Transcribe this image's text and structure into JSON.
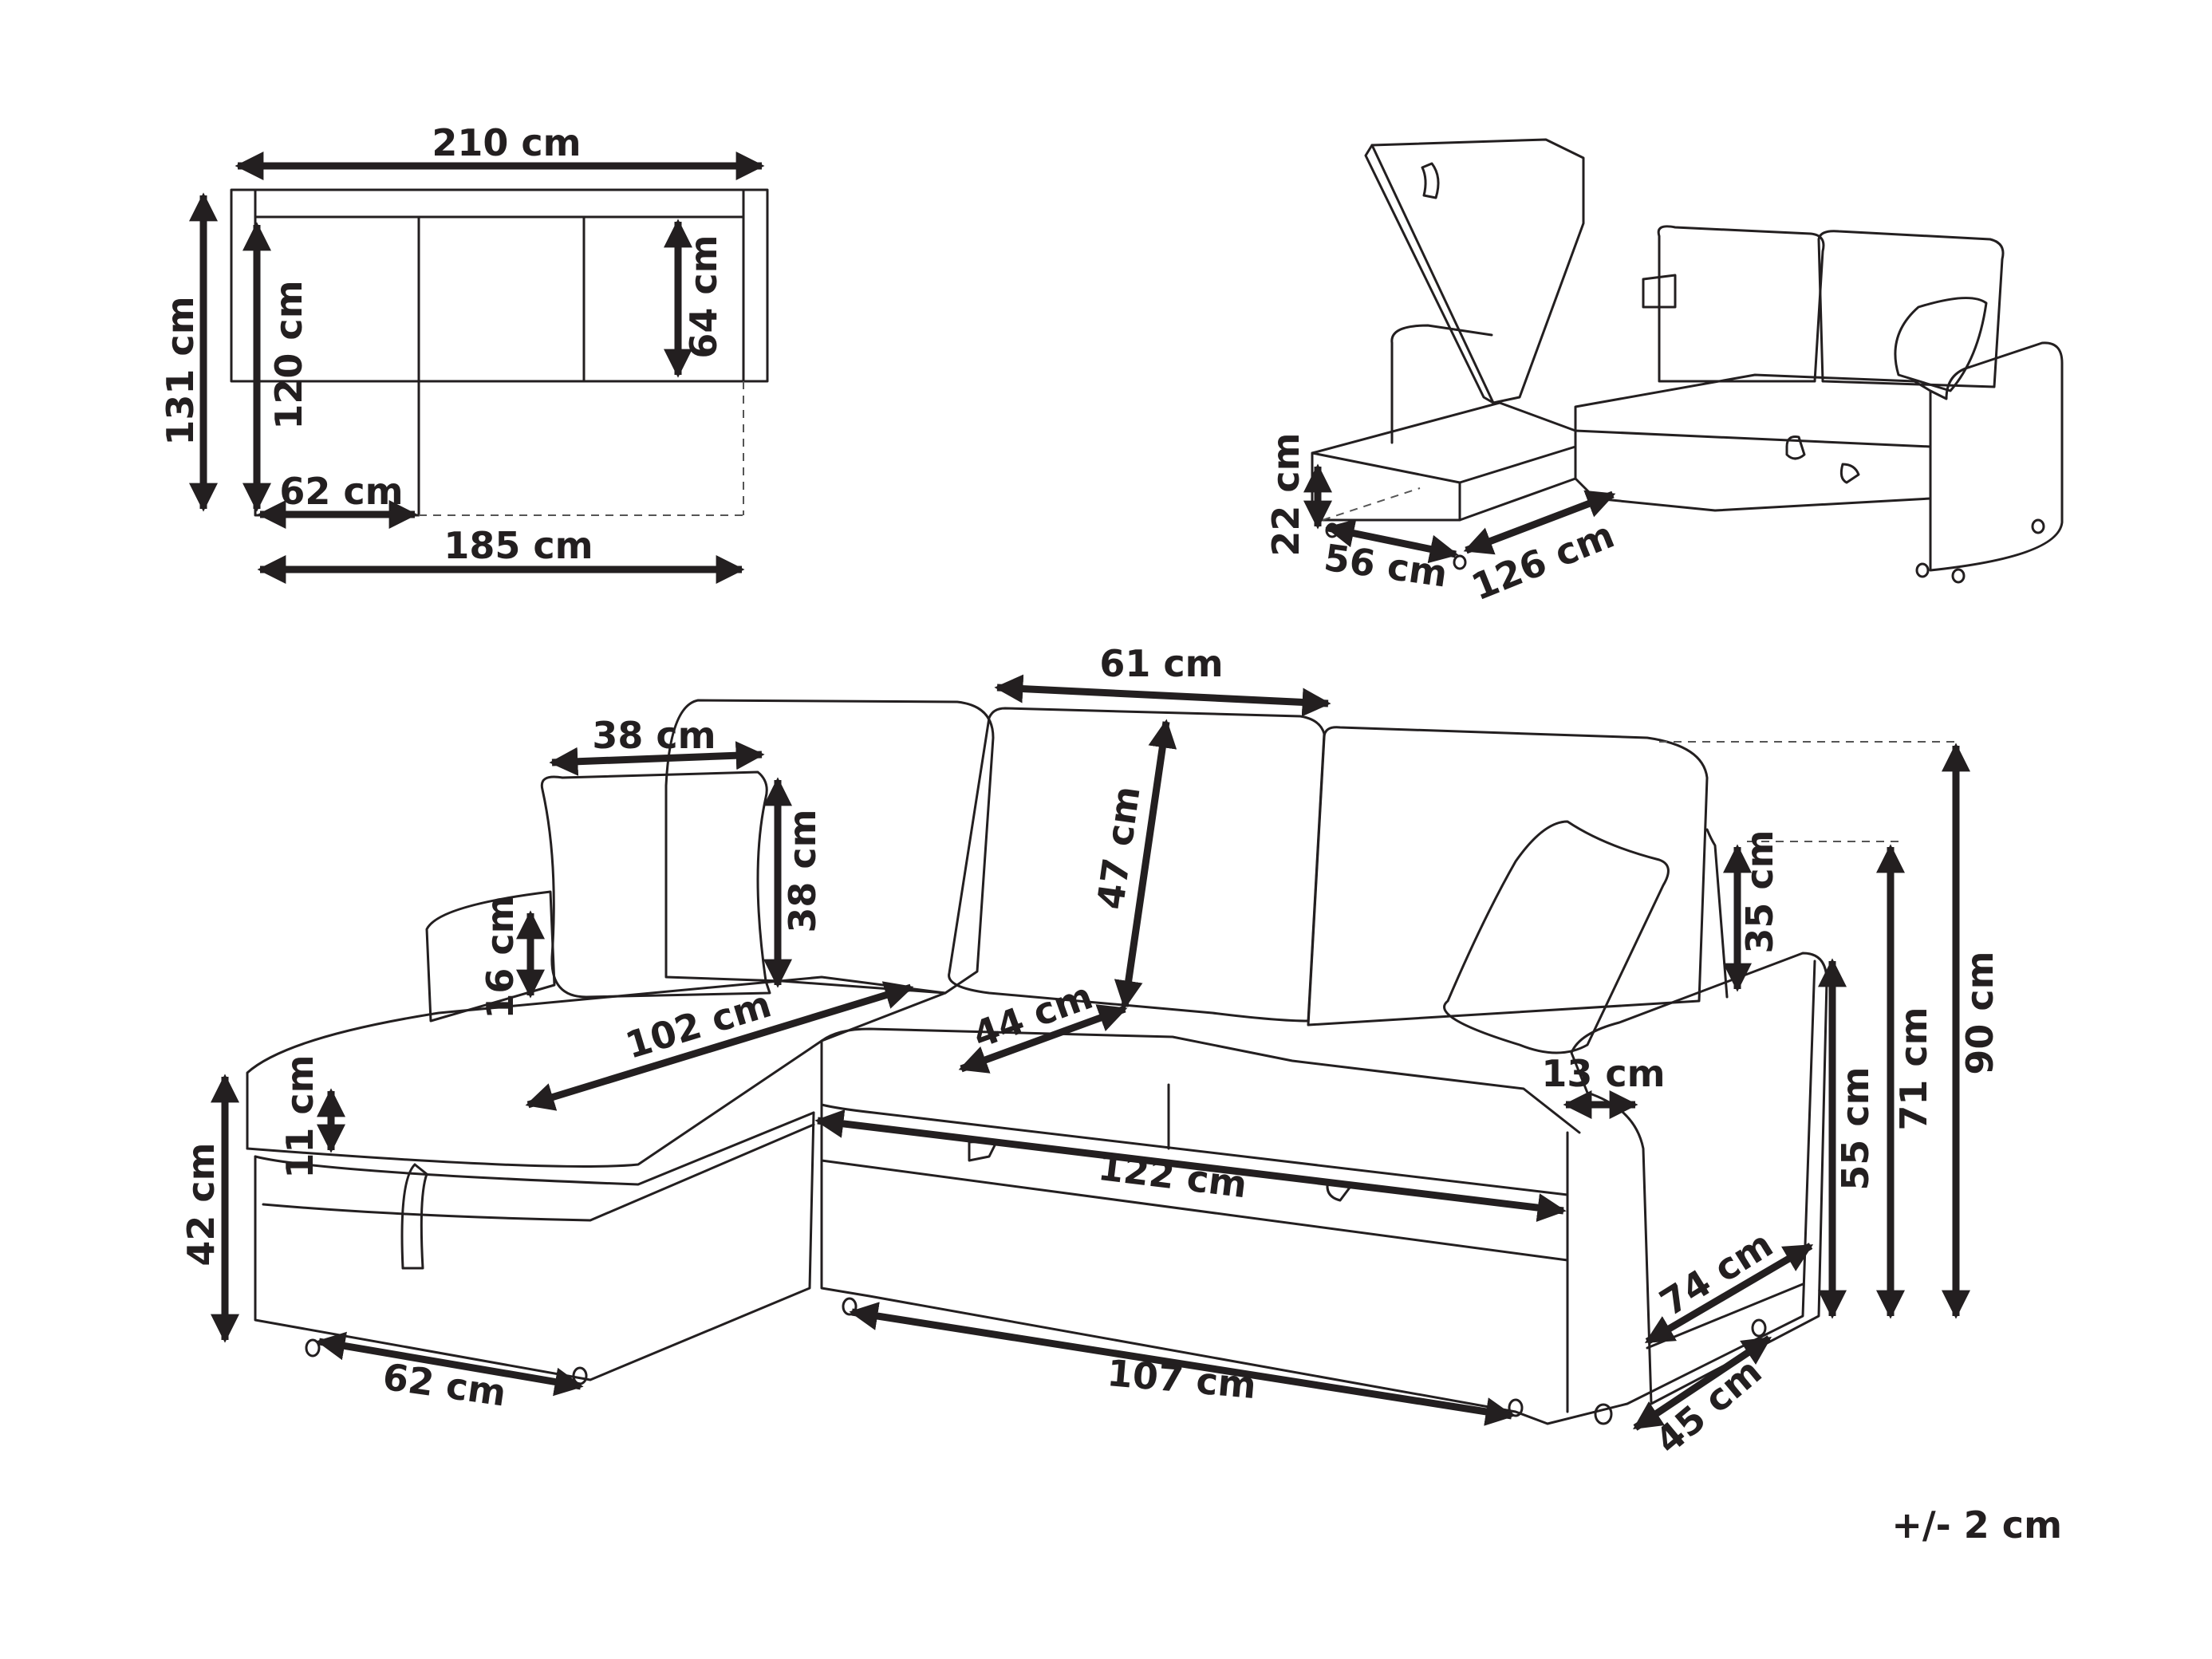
{
  "labels": {
    "top_width": "210 cm",
    "top_depth": "131 cm",
    "top_chaise_depth": "120 cm",
    "top_seat_depth": "64 cm",
    "top_chaise_width": "62 cm",
    "top_seat_width": "185 cm",
    "storage_height": "22 cm",
    "storage_depth": "56 cm",
    "storage_width": "126 cm",
    "pillow_width": "38 cm",
    "pillow_height": "38 cm",
    "cushion_width": "61 cm",
    "back_cushion_height": "47 cm",
    "armrest_left": "16 cm",
    "chaise_length": "102 cm",
    "seat_depth": "44 cm",
    "cushion_thickness": "11 cm",
    "total_height_left": "42 cm",
    "bed_width": "122 cm",
    "chaise_foot": "62 cm",
    "base_width": "107 cm",
    "arm_width": "13 cm",
    "back_above_arm": "35 cm",
    "arm_height": "55 cm",
    "back_height": "71 cm",
    "total_height": "90 cm",
    "arm_depth": "74 cm",
    "leg_depth": "45 cm"
  },
  "tolerance": "+/- 2 cm",
  "colors": {
    "line": "#231f20",
    "background": "#ffffff"
  }
}
